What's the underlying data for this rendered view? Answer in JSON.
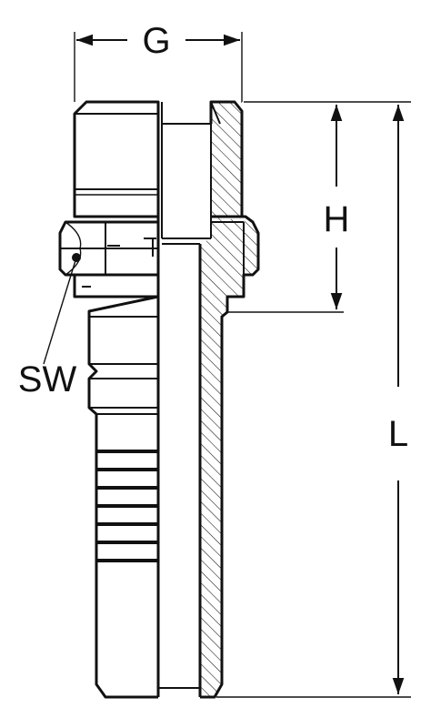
{
  "drawing": {
    "labels": {
      "g": "G",
      "h": "H",
      "l": "L",
      "sw": "SW"
    },
    "colors": {
      "line": "#111111",
      "background": "#ffffff"
    }
  }
}
